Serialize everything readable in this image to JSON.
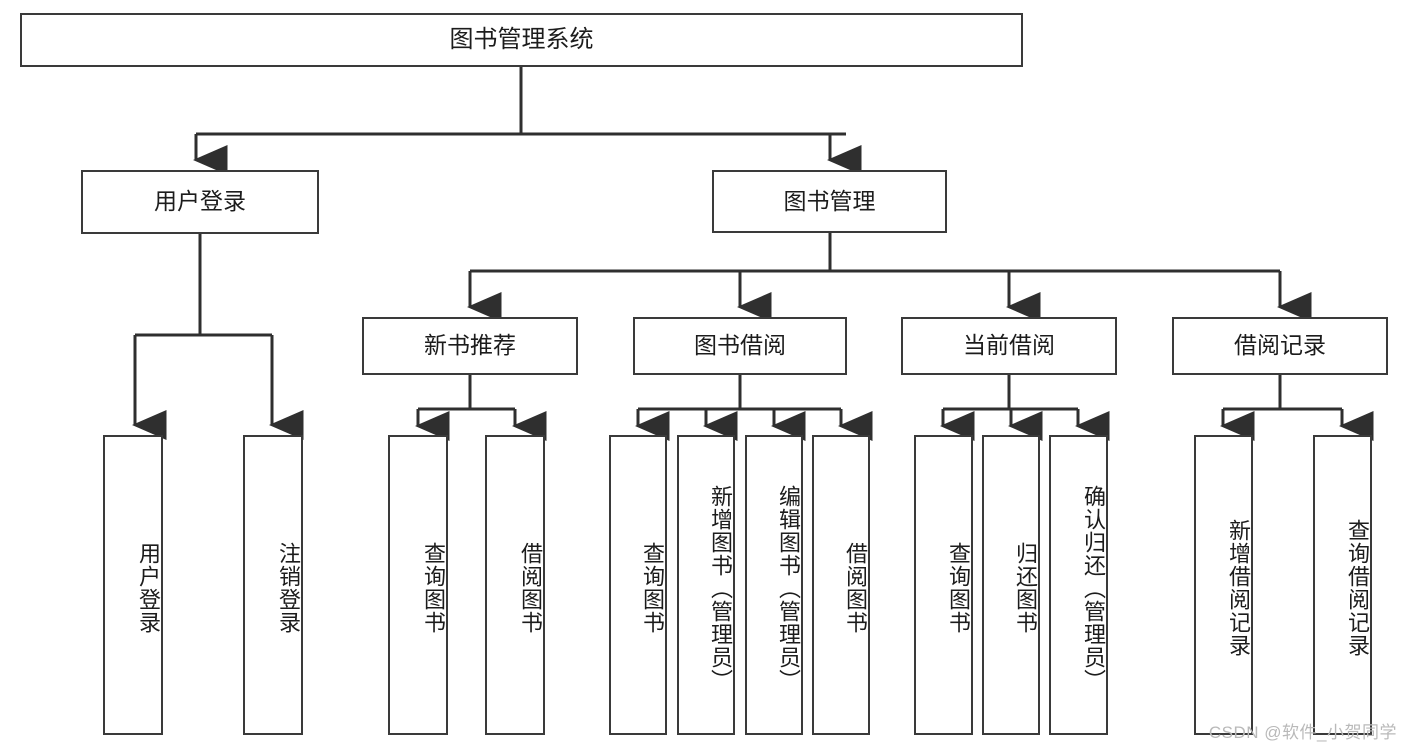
{
  "diagram": {
    "title": "图书管理系统",
    "root": {
      "label": "图书管理系统"
    },
    "level1": [
      {
        "label": "用户登录"
      },
      {
        "label": "图书管理"
      }
    ],
    "level2": [
      {
        "label": "新书推荐"
      },
      {
        "label": "图书借阅"
      },
      {
        "label": "当前借阅"
      },
      {
        "label": "借阅记录"
      }
    ],
    "leaves": {
      "user_login": [
        {
          "label": "用户登录"
        },
        {
          "label": "注销登录"
        }
      ],
      "new_book_recommend": [
        {
          "label": "查询图书"
        },
        {
          "label": "借阅图书"
        }
      ],
      "book_borrow": [
        {
          "label": "查询图书"
        },
        {
          "label": "新增图书（管理员）"
        },
        {
          "label": "编辑图书（管理员）"
        },
        {
          "label": "借阅图书"
        }
      ],
      "current_borrow": [
        {
          "label": "查询图书"
        },
        {
          "label": "归还图书"
        },
        {
          "label": "确认归还（管理员）"
        }
      ],
      "borrow_record": [
        {
          "label": "新增借阅记录"
        },
        {
          "label": "查询借阅记录"
        }
      ]
    }
  },
  "watermark": {
    "text": "CSDN @软件_小贺同学"
  },
  "colors": {
    "stroke": "#3a3a3a",
    "fill": "#ffffff",
    "text": "#1c1c1c",
    "watermark": "#b9b9b9"
  }
}
